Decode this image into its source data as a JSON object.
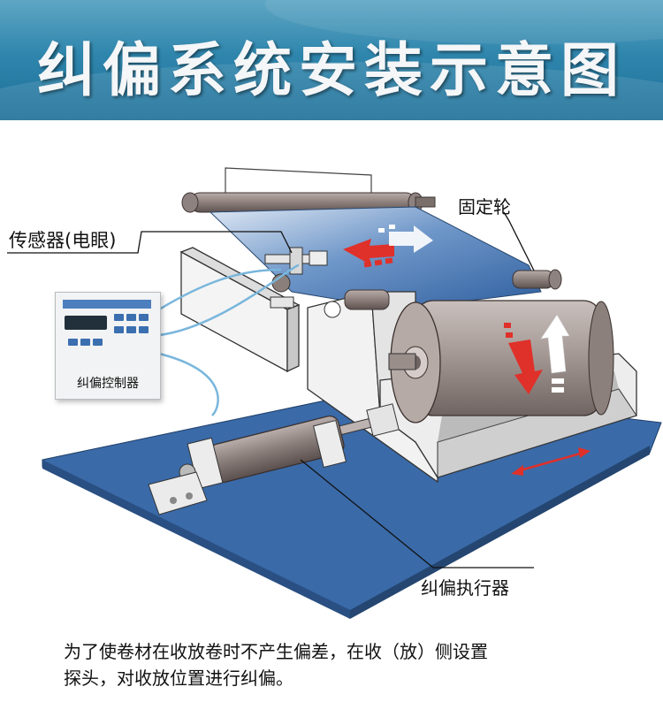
{
  "banner": {
    "title": "纠偏系统安装示意图"
  },
  "labels": {
    "sensor": "传感器(电眼)",
    "fixed_wheel": "固定轮",
    "controller": "纠偏控制器",
    "actuator": "纠偏执行器"
  },
  "description": {
    "line1": "为了使卷材在收放卷时不产生偏差，在收（放）侧设置",
    "line2": "探头，对收放位置进行纠偏。"
  },
  "colors": {
    "banner": "#2f86ad",
    "base_plate": "#3a6aa8",
    "web": "#4a78b8",
    "roller": "#9b8f8c",
    "arrow_red": "#e0302a",
    "cable": "#79b6dc"
  },
  "icons": [
    "sensor-icon",
    "controller-icon",
    "roller-icon",
    "cylinder-icon",
    "direction-arrow-icon"
  ]
}
